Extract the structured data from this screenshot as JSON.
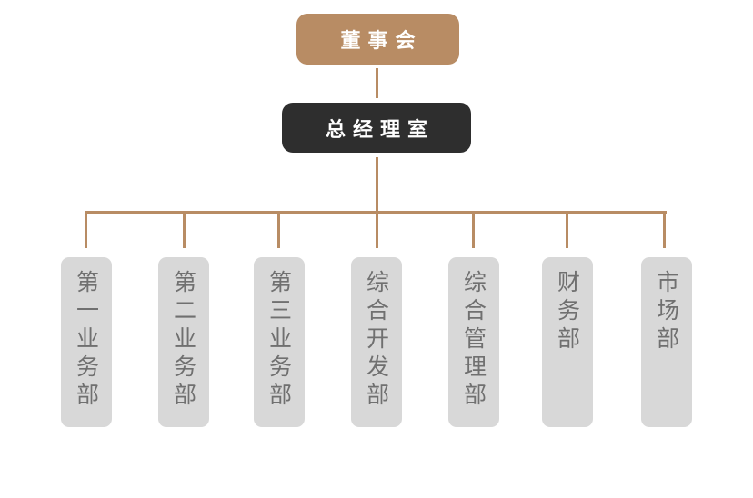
{
  "org_chart": {
    "board": {
      "label": "董事会"
    },
    "general_manager": {
      "label": "总经理室"
    },
    "departments": [
      {
        "label": "第一业务部"
      },
      {
        "label": "第二业务部"
      },
      {
        "label": "第三业务部"
      },
      {
        "label": "综合开发部"
      },
      {
        "label": "综合管理部"
      },
      {
        "label": "财务部"
      },
      {
        "label": "市场部"
      }
    ]
  },
  "colors": {
    "accent": "#b88c64",
    "dark_node": "#2e2e2e",
    "department_box": "#d8d8d8",
    "department_text": "#707070"
  }
}
